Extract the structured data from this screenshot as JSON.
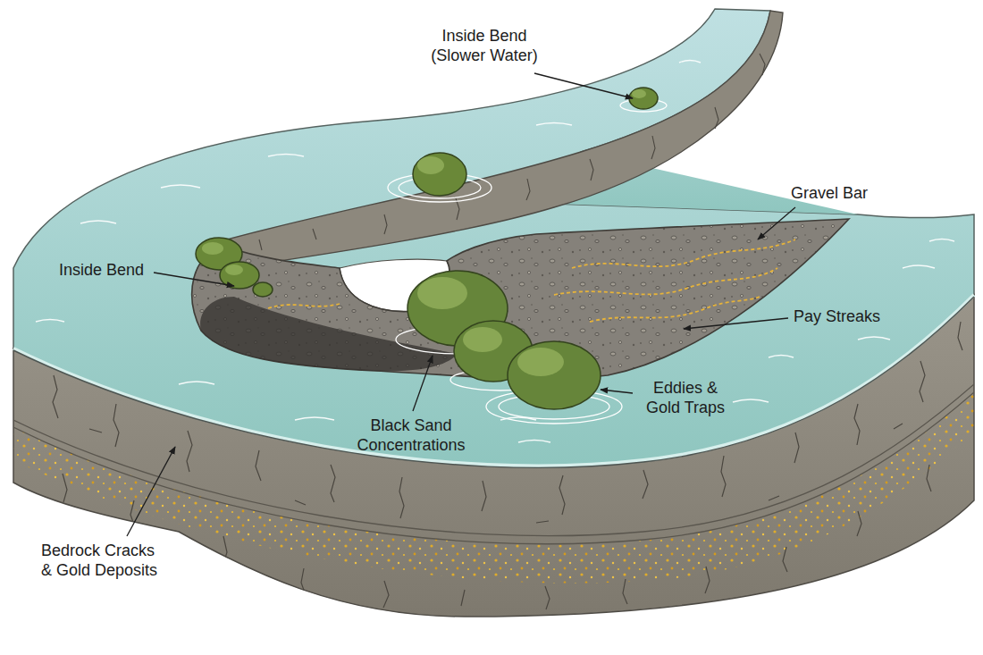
{
  "diagram": {
    "labels": [
      "Inside Bend (Slower Water)",
      "Gravel Bar",
      "Inside Bend",
      "Pay Streaks",
      "Eddies & Gold Traps",
      "Black Sand Concentrations",
      "Bedrock Cracks & Gold Deposits"
    ]
  }
}
